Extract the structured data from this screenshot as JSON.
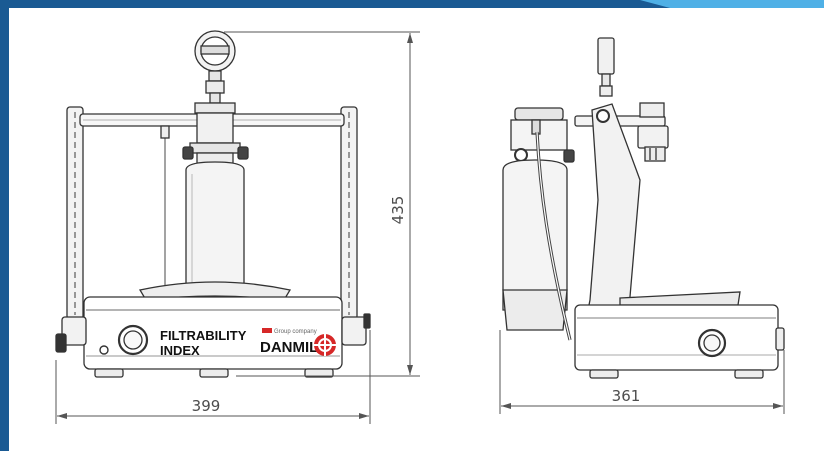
{
  "dimensions": {
    "width_front": "399",
    "height": "435",
    "depth_side": "361"
  },
  "product_label": {
    "line1": "FILTRABILITY",
    "line2": "INDEX"
  },
  "brand": {
    "group_text": "Group company",
    "name": "DANMIL",
    "accent_color": "#d62828"
  },
  "frame": {
    "left_bar_color": "#1a5a93",
    "top_bar_color": "#1a5a93",
    "corner_accent_color": "#4fb0e6"
  }
}
